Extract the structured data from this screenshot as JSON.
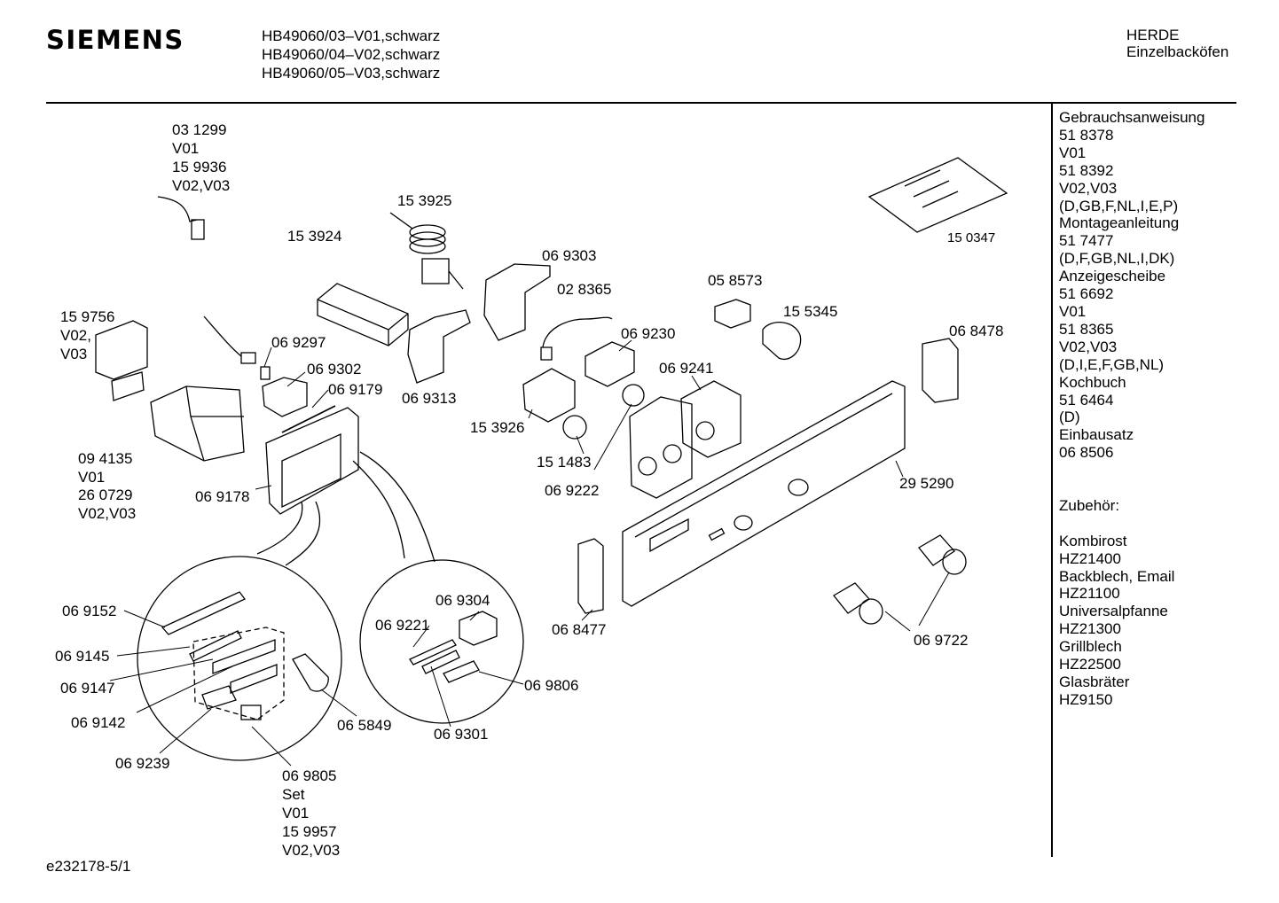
{
  "header": {
    "brand": "SIEMENS",
    "models": [
      "HB49060/03–V01,schwarz",
      "HB49060/04–V02,schwarz",
      "HB49060/05–V03,schwarz"
    ],
    "category": [
      "HERDE",
      "Einzelbacköfen"
    ]
  },
  "sidebar": {
    "lines": [
      "Gebrauchsanweisung",
      "51 8378",
      "V01",
      "51 8392",
      "V02,V03",
      "(D,GB,F,NL,I,E,P)",
      "Montageanleitung",
      "51 7477",
      "(D,F,GB,NL,I,DK)",
      "Anzeigescheibe",
      "51 6692",
      "V01",
      "51 8365",
      "V02,V03",
      "(D,I,E,F,GB,NL)",
      "Kochbuch",
      "51 6464",
      "(D)",
      "Einbausatz",
      "06 8506",
      "",
      "",
      "Zubehör:",
      "",
      "Kombirost",
      "HZ21400",
      "Backblech, Email",
      "HZ21100",
      "Universalpfanne",
      "HZ21300",
      "Grillblech",
      "HZ22500",
      "Glasbräter",
      "HZ9150"
    ]
  },
  "parts": {
    "p031299": [
      "03 1299",
      "V01",
      "15 9936",
      "V02,V03"
    ],
    "p153925": "15 3925",
    "p153924": "15 3924",
    "p069303": "06 9303",
    "p028365": "02 8365",
    "p058573": "05 8573",
    "p155345": "15 5345",
    "p150347": "15 0347",
    "p159756": [
      "15 9756",
      "V02,",
      "V03"
    ],
    "p069297": "06 9297",
    "p069302": "06 9302",
    "p069179": "06 9179",
    "p069313": "06 9313",
    "p069230": "06 9230",
    "p068478": "06 8478",
    "p069241": "06 9241",
    "p153926": "15 3926",
    "p151483": "15 1483",
    "p069222": "06 9222",
    "p094135": [
      "09 4135",
      "V01",
      "26 0729",
      "V02,V03"
    ],
    "p069178": "06 9178",
    "p295290": "29 5290",
    "p069152": "06 9152",
    "p069145": "06 9145",
    "p069147": "06 9147",
    "p069142": "06 9142",
    "p069239": "06 9239",
    "p069805": [
      "06 9805",
      "Set",
      "V01",
      "15 9957",
      "V02,V03"
    ],
    "p065849": "06 5849",
    "p069304": "06 9304",
    "p069221": "06 9221",
    "p069806": "06 9806",
    "p069301": "06 9301",
    "p068477": "06 8477",
    "p069722": "06 9722"
  },
  "footer": {
    "doc_ref": "e232178-5/1"
  }
}
